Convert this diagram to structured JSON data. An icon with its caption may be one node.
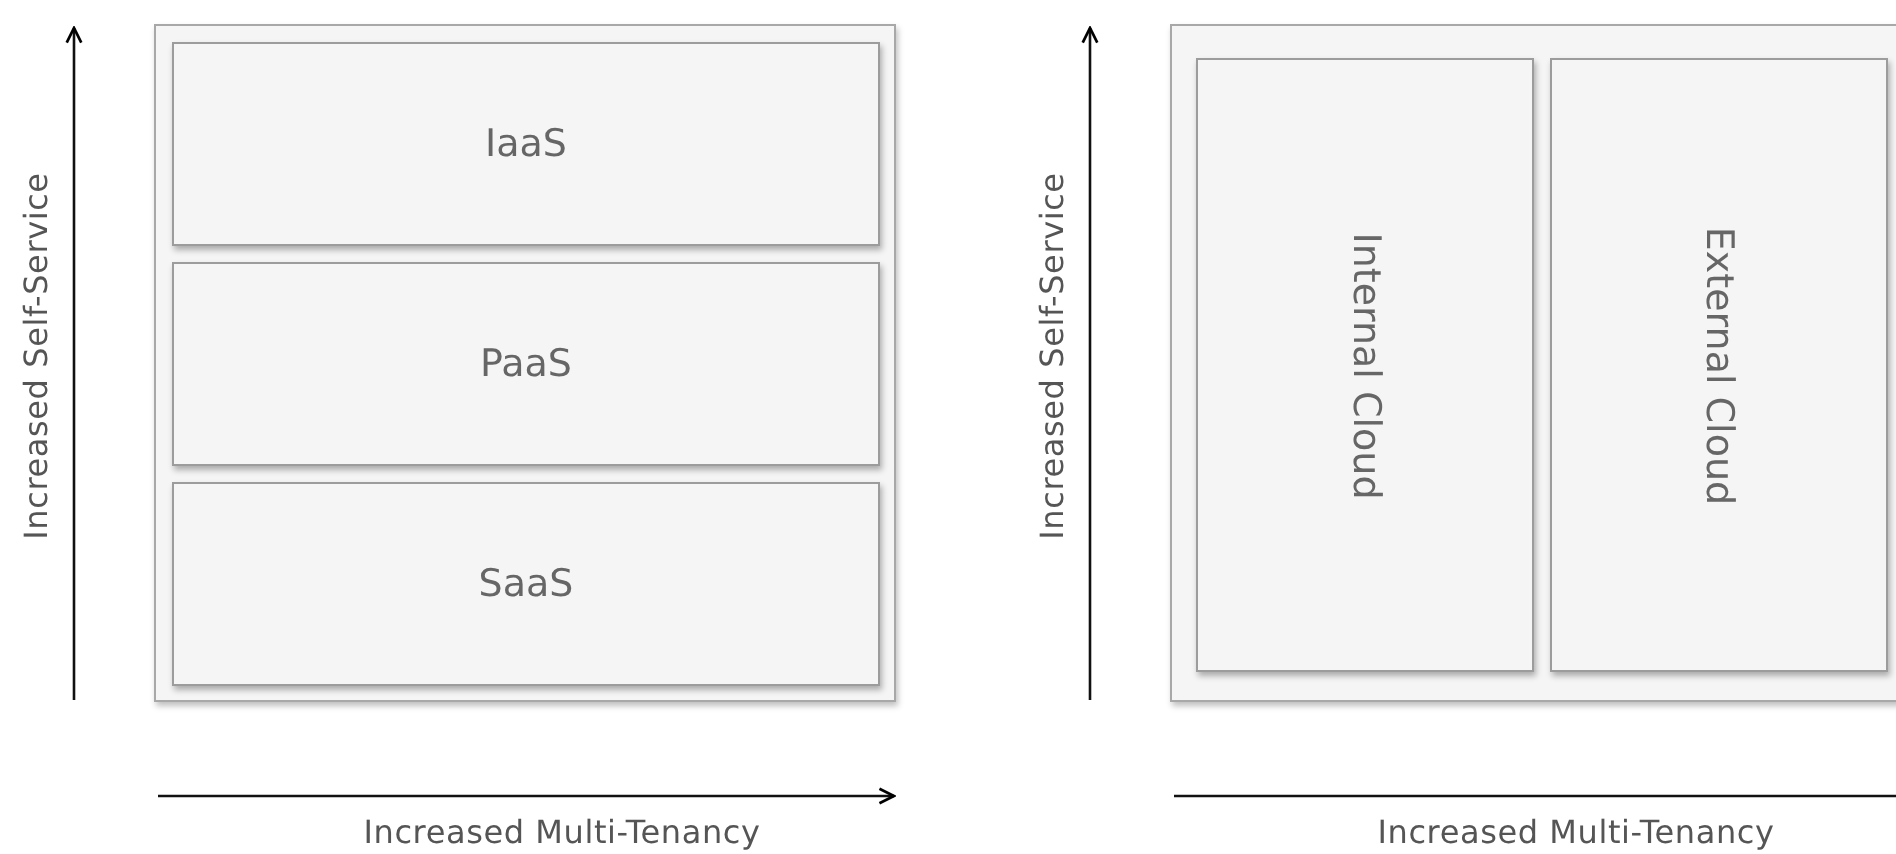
{
  "diagram": {
    "nodes": [
      {
        "text": [],
        "shape": "box"
      },
      {
        "text": [
          "IaaS"
        ],
        "in": 0
      },
      {
        "text": [
          "PaaS"
        ],
        "in": 0
      },
      {
        "text": [
          "SaaS"
        ],
        "in": 0
      },
      {
        "text": [],
        "shape": "box"
      },
      {
        "text": [
          "Internal Cloud"
        ],
        "in": 4
      },
      {
        "text": [
          "External Cloud"
        ],
        "in": 4
      }
    ],
    "labels": [
      "Increased Self-Service",
      "Increased Multi-Tenancy",
      "Increased Self-Service",
      "Increased Multi-Tenancy"
    ]
  }
}
